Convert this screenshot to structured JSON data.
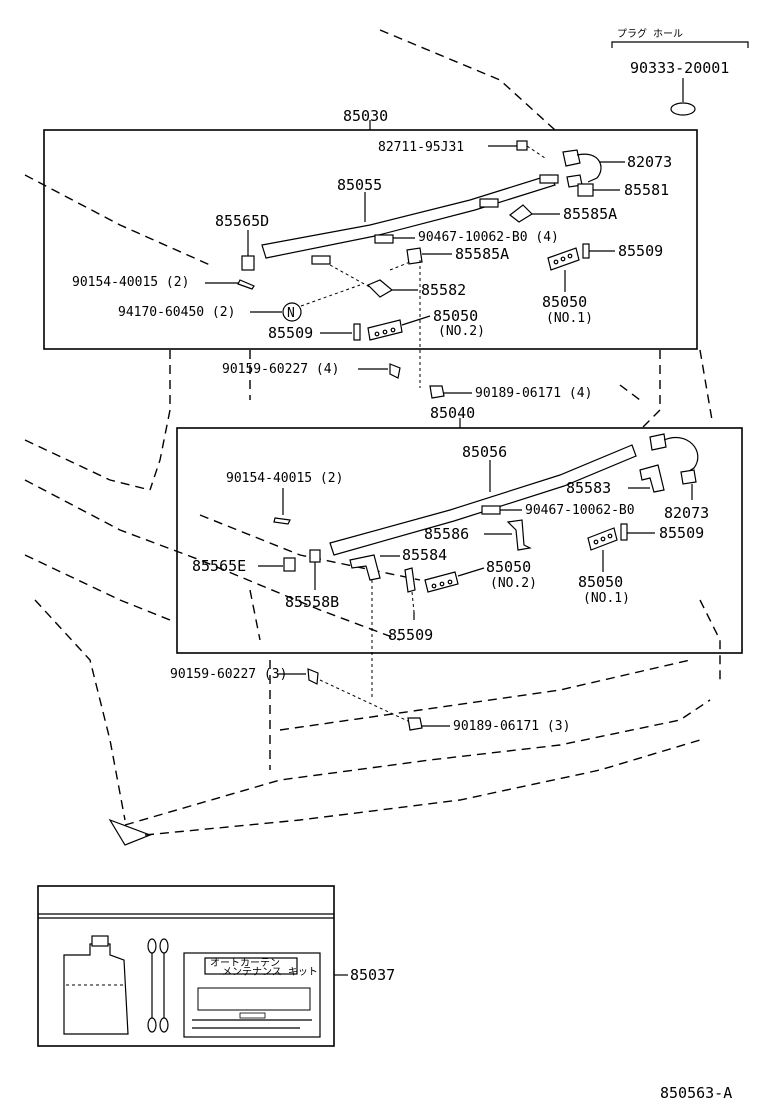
{
  "diagram_code": "850563-A",
  "plug_hole_label": "プラグ ホール",
  "kit_label_line1": "オートカーテン",
  "kit_label_line2": "メンテナンス キット",
  "parts": {
    "p85030": "85030",
    "p85040": "85040",
    "p85037": "85037",
    "p90333": "90333-20001",
    "p82711": "82711-95J31",
    "p82073a": "82073",
    "p82073b": "82073",
    "p85055": "85055",
    "p85056": "85056",
    "p85581": "85581",
    "p85585A1": "85585A",
    "p85585A2": "85585A",
    "p85565D": "85565D",
    "p85565E": "85565E",
    "p90467a": "90467-10062-B0 (4)",
    "p90467b": "90467-10062-B0",
    "p85509a": "85509",
    "p85509b": "85509",
    "p85509c": "85509",
    "p85509d": "85509",
    "p90154a": "90154-40015 (2)",
    "p90154b": "90154-40015 (2)",
    "p94170": "94170-60450 (2)",
    "p85582": "85582",
    "p85050a": "85050",
    "p85050a_note": "(NO.1)",
    "p85050b": "85050",
    "p85050b_note": "(NO.2)",
    "p85050c": "85050",
    "p85050c_note": "(NO.2)",
    "p85050d": "85050",
    "p85050d_note": "(NO.1)",
    "p90159a": "90159-60227 (4)",
    "p90159b": "90159-60227 (3)",
    "p90189a": "90189-06171 (4)",
    "p90189b": "90189-06171 (3)",
    "p85583": "85583",
    "p85586": "85586",
    "p85584": "85584",
    "p85558B": "85558B",
    "n_mark": "N"
  }
}
